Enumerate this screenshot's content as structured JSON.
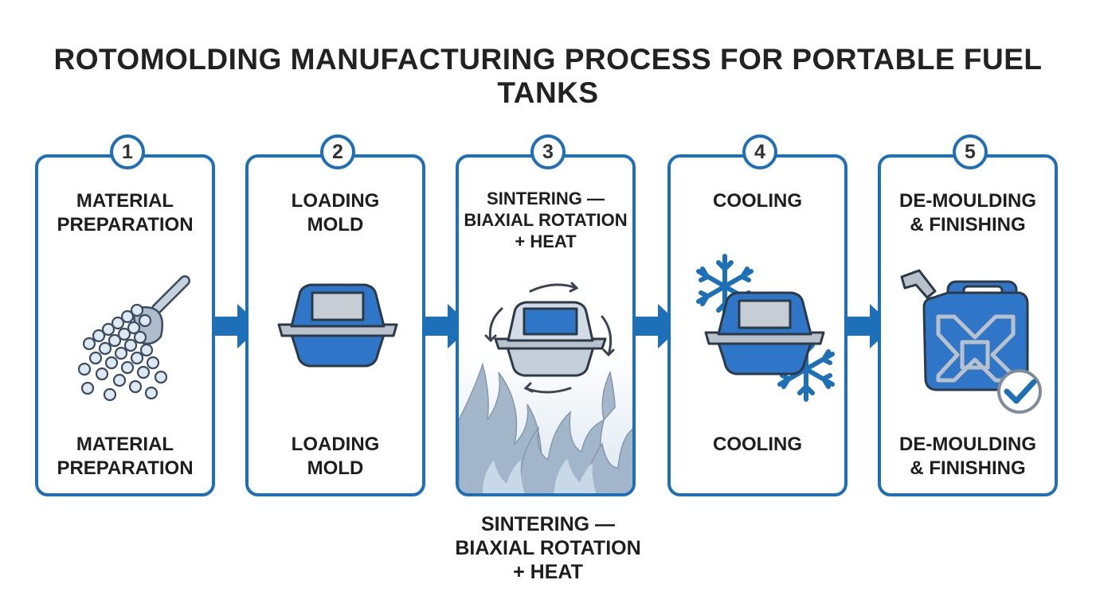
{
  "title": "ROTOMOLDING MANUFACTURING PROCESS FOR PORTABLE FUEL TANKS",
  "colors": {
    "accent": "#1d6fb8",
    "mold_blue": "#2f75c8",
    "steel": "#b9c2cc"
  },
  "steps": [
    {
      "number": "1",
      "label_top": "MATERIAL\nPREPARATION",
      "label_bottom": "MATERIAL\nPREPARATION",
      "icon": "pellets-scoop-icon"
    },
    {
      "number": "2",
      "label_top": "LOADING\nMOLD",
      "label_bottom": "LOADING\nMOLD",
      "icon": "mold-icon"
    },
    {
      "number": "3",
      "label_top": "SINTERING —\nBIAXIAL ROTATION\n+ HEAT",
      "label_bottom": "SINTERING —\nBIAXIAL ROTATION\n+ HEAT",
      "icon": "rotating-mold-flame-icon"
    },
    {
      "number": "4",
      "label_top": "COOLING",
      "label_bottom": "COOLING",
      "icon": "mold-snowflake-icon"
    },
    {
      "number": "5",
      "label_top": "DE-MOULDING\n& FINISHING",
      "label_bottom": "DE-MOULDING\n& FINISHING",
      "icon": "jerrycan-check-icon"
    }
  ]
}
